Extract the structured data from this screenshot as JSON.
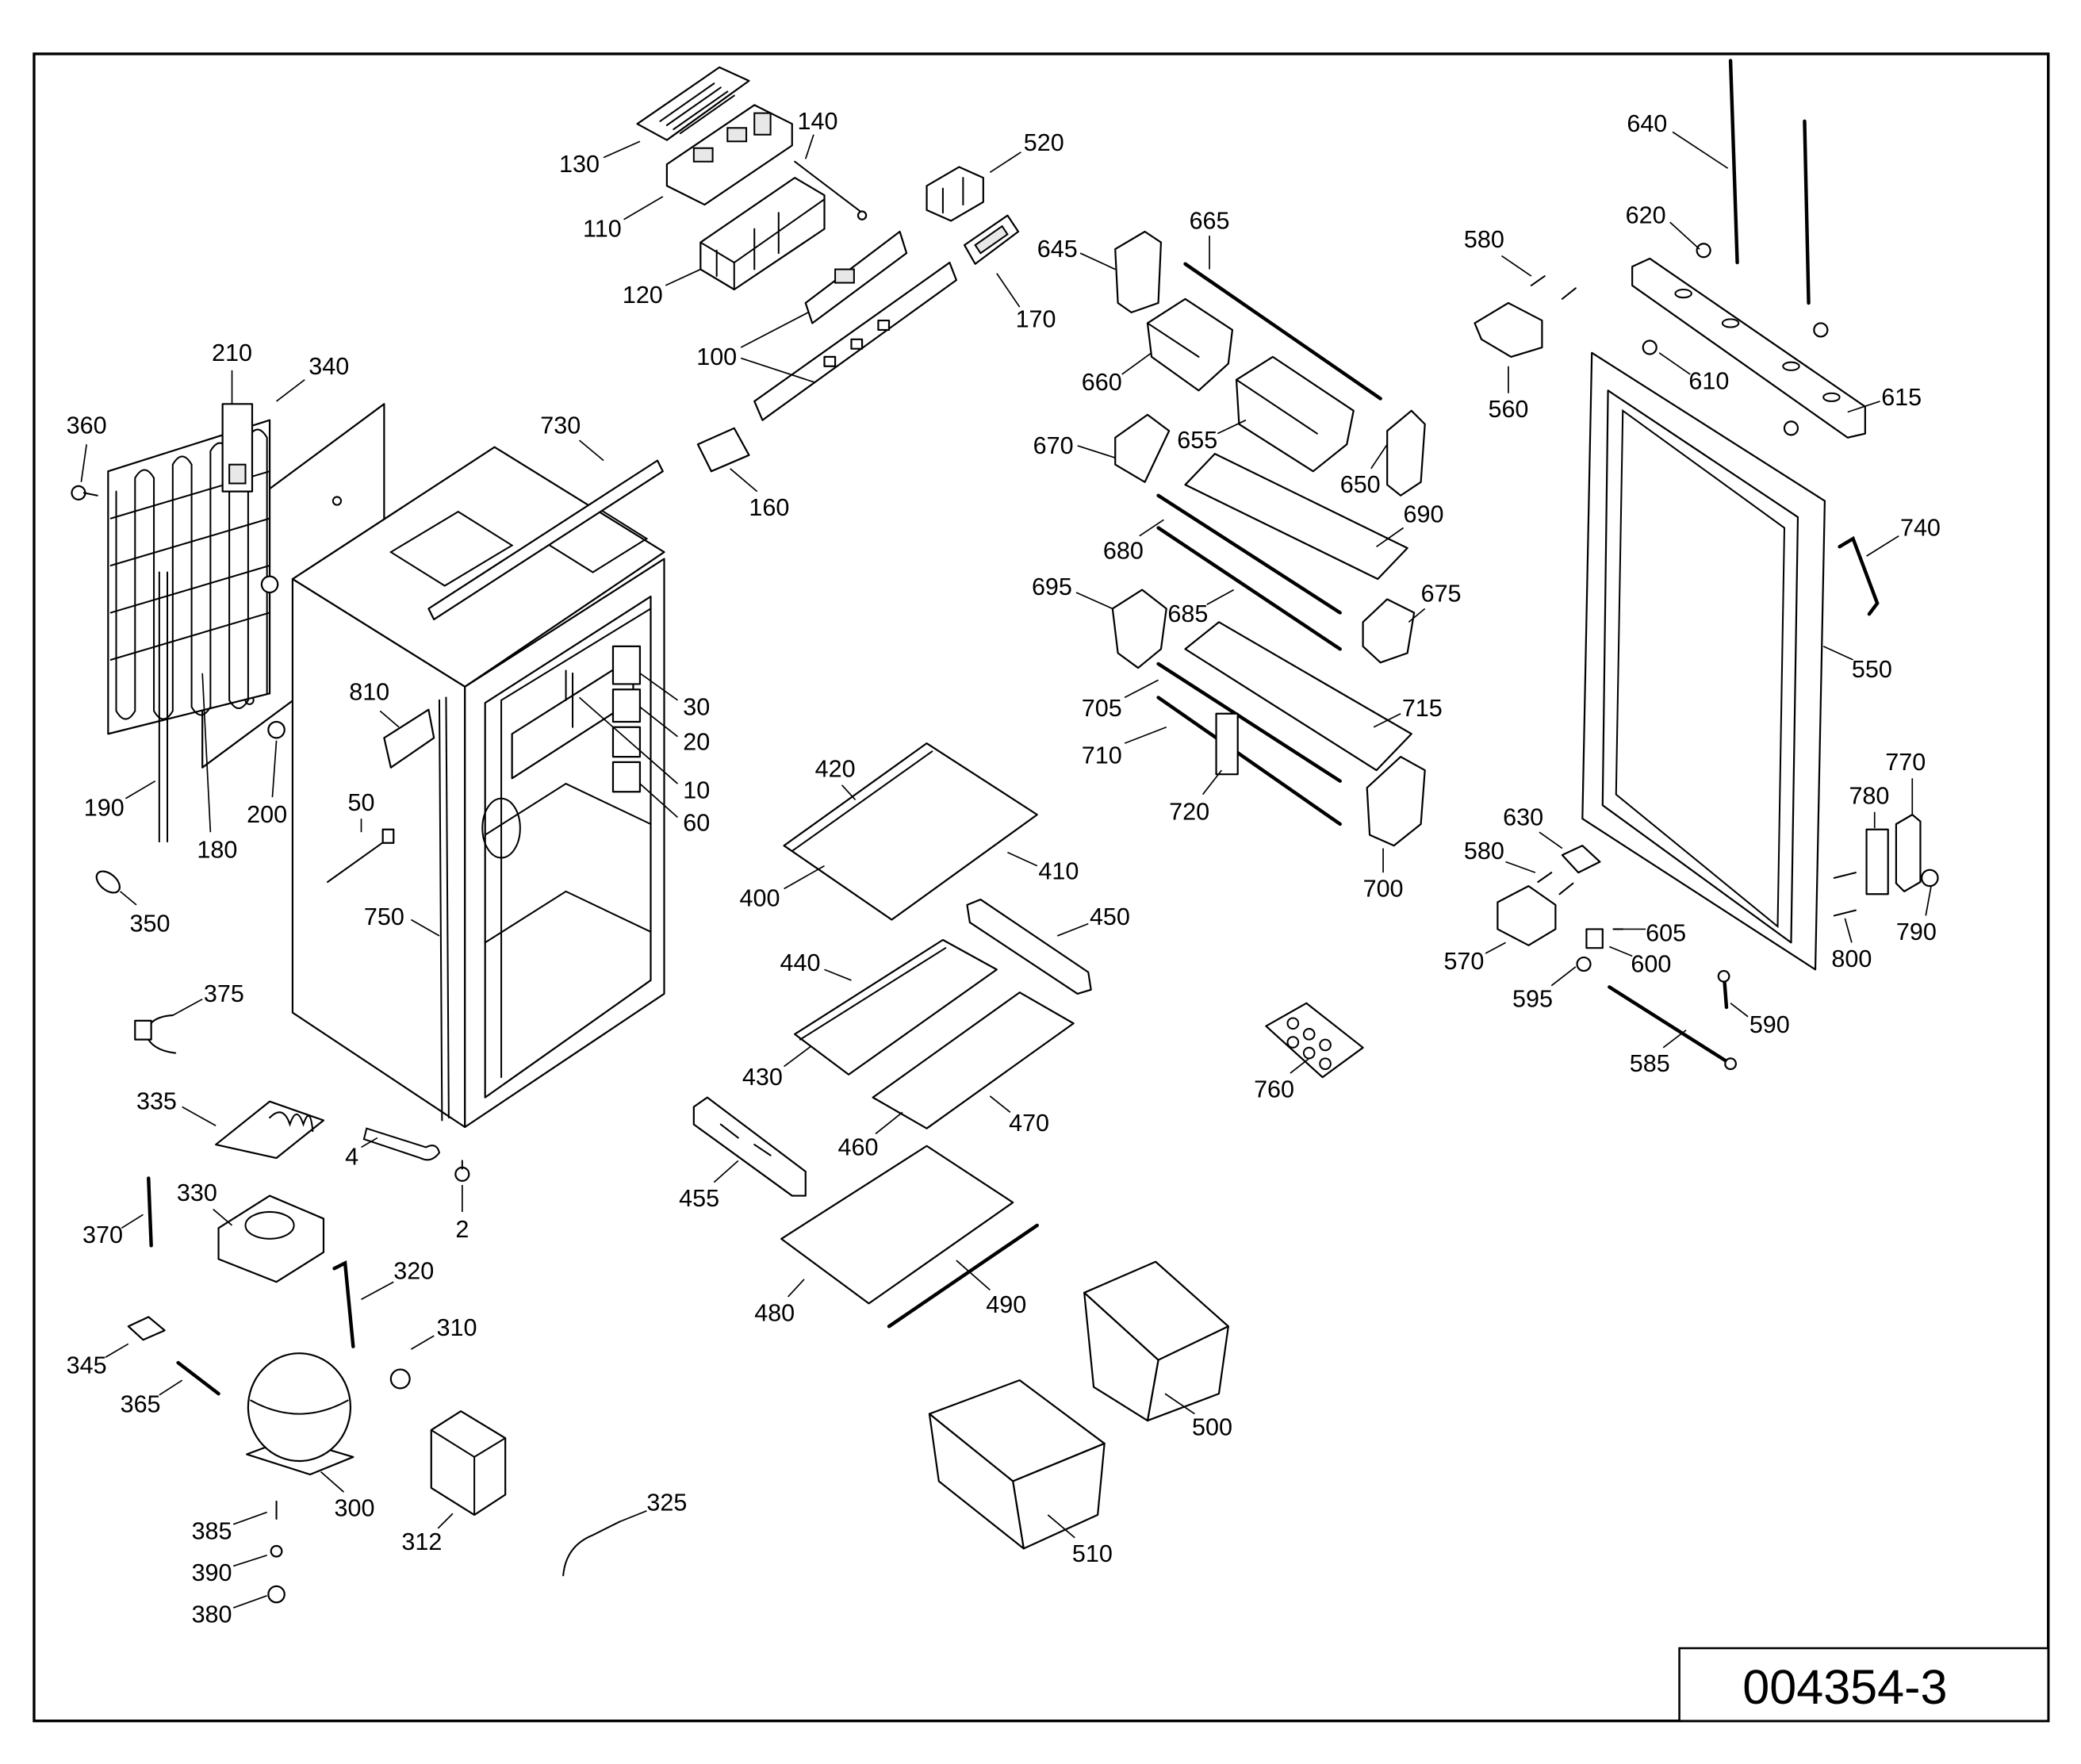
{
  "drawing_number": "004354-3",
  "callouts": [
    "130",
    "140",
    "110",
    "120",
    "520",
    "170",
    "100",
    "160",
    "645",
    "665",
    "660",
    "670",
    "655",
    "650",
    "690",
    "680",
    "695",
    "685",
    "675",
    "705",
    "715",
    "710",
    "720",
    "700",
    "640",
    "620",
    "580",
    "560",
    "610",
    "615",
    "740",
    "550",
    "770",
    "780",
    "630",
    "580",
    "605",
    "600",
    "570",
    "595",
    "590",
    "585",
    "790",
    "800",
    "760",
    "210",
    "340",
    "360",
    "730",
    "810",
    "30",
    "20",
    "10",
    "60",
    "190",
    "180",
    "200",
    "50",
    "750",
    "350",
    "420",
    "410",
    "400",
    "450",
    "440",
    "430",
    "470",
    "460",
    "375",
    "335",
    "4",
    "2",
    "330",
    "370",
    "455",
    "320",
    "310",
    "480",
    "490",
    "500",
    "345",
    "365",
    "300",
    "325",
    "312",
    "510",
    "385",
    "390",
    "380"
  ]
}
